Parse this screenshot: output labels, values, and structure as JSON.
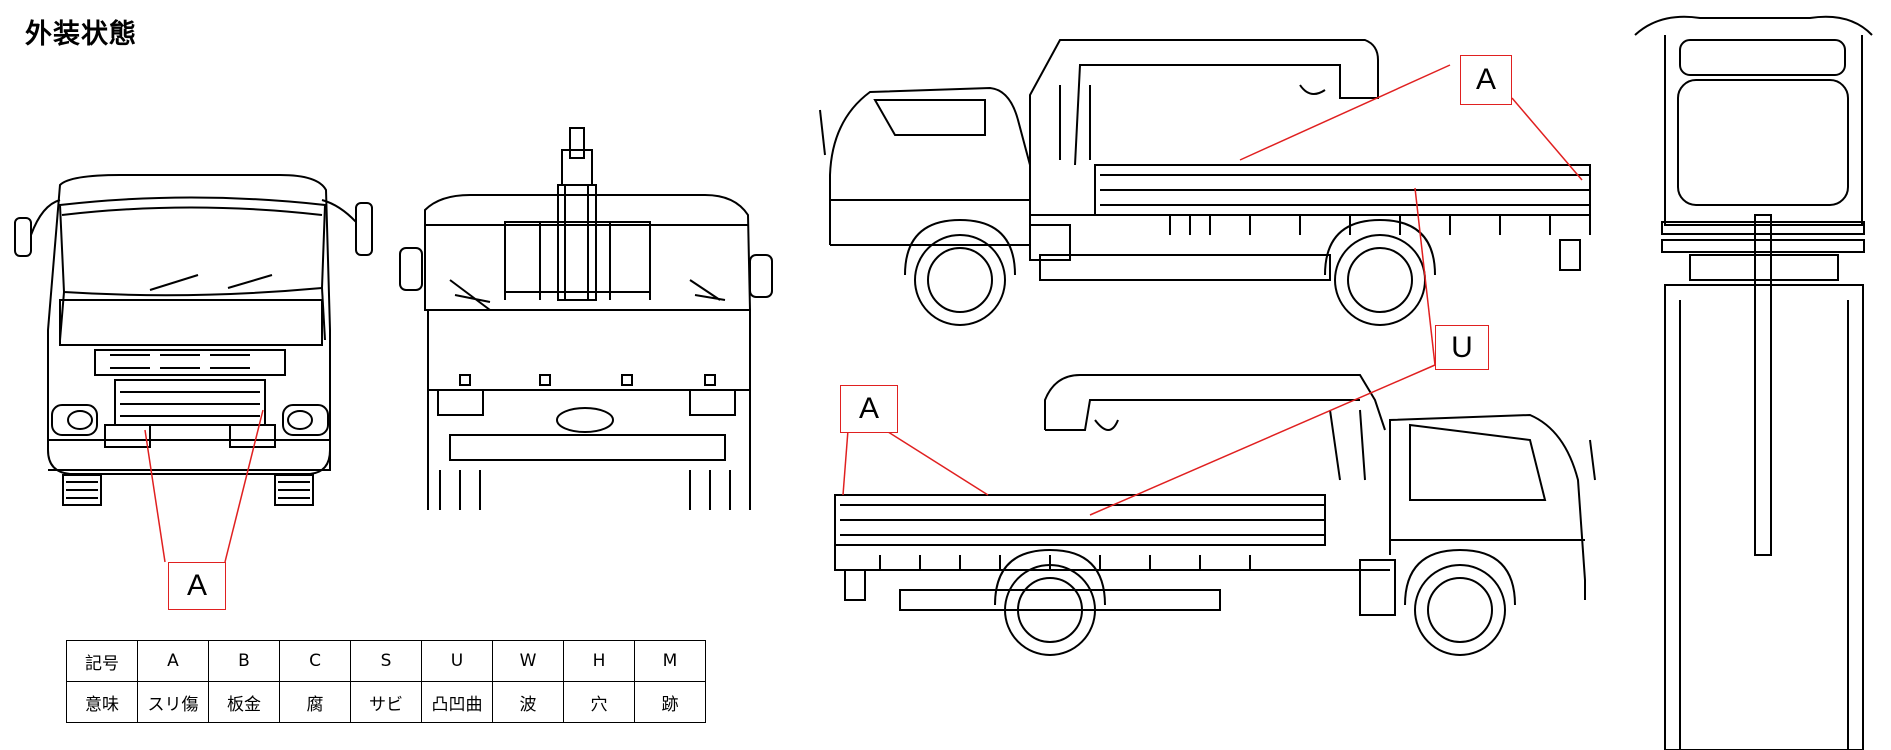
{
  "page": {
    "title": "外装状態"
  },
  "callouts": {
    "front": "A",
    "right_side": "A",
    "u_mark": "U",
    "left_side": "A"
  },
  "legend": {
    "header_label": "記号",
    "meaning_label": "意味",
    "codes": [
      "A",
      "B",
      "C",
      "S",
      "U",
      "W",
      "H",
      "M"
    ],
    "meanings": [
      "スリ傷",
      "板金",
      "腐",
      "サビ",
      "凸凹曲",
      "波",
      "穴",
      "跡"
    ]
  },
  "colors": {
    "callout_line": "#e02020",
    "drawing_line": "#000000"
  }
}
